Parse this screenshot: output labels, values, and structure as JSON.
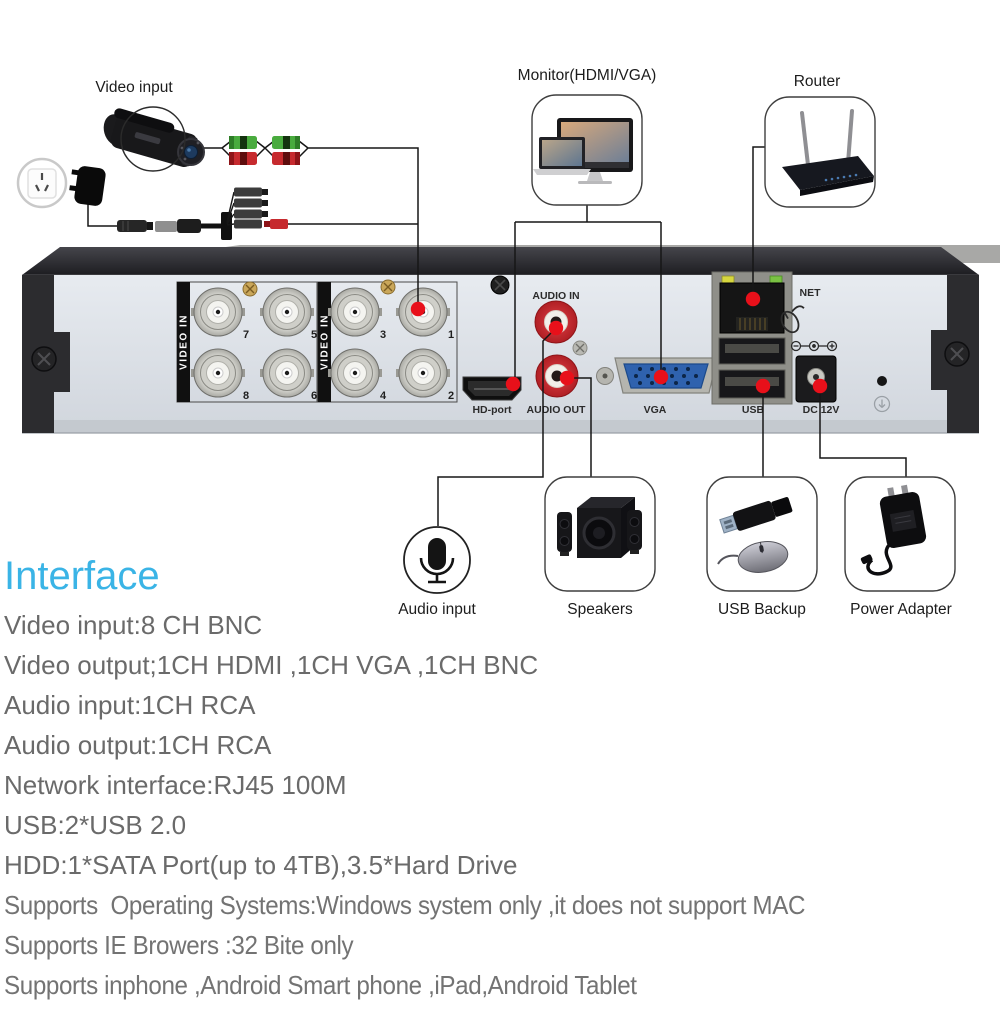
{
  "callouts": {
    "video_input": "Video input",
    "monitor": "Monitor(HDMI/VGA)",
    "router": "Router",
    "audio_input": "Audio input",
    "speakers": "Speakers",
    "usb_backup": "USB Backup",
    "power_adapter": "Power Adapter"
  },
  "panel": {
    "video_in_label": "VIDEO IN",
    "bnc_numbers": [
      "7",
      "5",
      "8",
      "6",
      "3",
      "1",
      "4",
      "2"
    ],
    "audio_in": "AUDIO IN",
    "hd_port": "HD-port",
    "audio_out": "AUDIO OUT",
    "vga": "VGA",
    "net": "NET",
    "usb": "USB",
    "dc_12v": "DC 12V"
  },
  "specs": {
    "heading": "Interface",
    "lines": [
      "Video input:8 CH BNC",
      "Video output;1CH HDMI ,1CH VGA ,1CH BNC",
      "Audio input:1CH RCA",
      "Audio output:1CH RCA",
      "Network interface:RJ45 100M",
      "USB:2*USB 2.0",
      "HDD:1*SATA Port(up to 4TB),3.5*Hard Drive",
      "Supports  Operating Systems:Windows system only ,it does not support MAC",
      "Supports IE Browers :32 Bite only",
      "Supports inphone ,Android Smart phone ,iPad,Android Tablet"
    ]
  },
  "colors": {
    "accent": "#3ab4e6",
    "spec_text": "#6a6a6a",
    "marker_red": "#e8101a",
    "rca_red": "#c62a2e",
    "rca_green": "#49ab3e",
    "vga_blue": "#2f62ae",
    "chassis_dark": "#2c2c2f",
    "panel_face": "#dce1e8"
  }
}
